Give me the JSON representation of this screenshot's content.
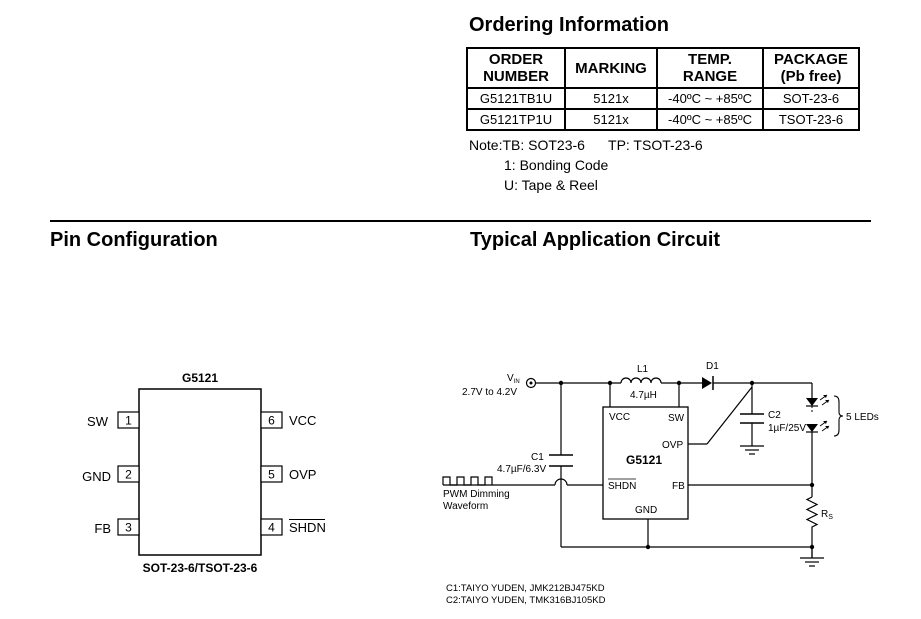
{
  "ordering": {
    "title": "Ordering Information",
    "headers": [
      {
        "line1": "ORDER",
        "line2": "NUMBER"
      },
      {
        "line1": "MARKING",
        "line2": ""
      },
      {
        "line1": "TEMP.",
        "line2": "RANGE"
      },
      {
        "line1": "PACKAGE",
        "line2": "(Pb free)"
      }
    ],
    "rows": [
      [
        "G5121TB1U",
        "5121x",
        "-40ºC ~ +85ºC",
        "SOT-23-6"
      ],
      [
        "G5121TP1U",
        "5121x",
        "-40ºC ~ +85ºC",
        "TSOT-23-6"
      ]
    ],
    "notes": {
      "line1": "Note:TB: SOT23-6      TP: TSOT-23-6",
      "line2": "1: Bonding Code",
      "line3": "U: Tape & Reel"
    }
  },
  "pin_config": {
    "title": "Pin Configuration",
    "chip_name": "G5121",
    "package": "SOT-23-6/TSOT-23-6",
    "pins": [
      {
        "num": "1",
        "name": "SW"
      },
      {
        "num": "2",
        "name": "GND"
      },
      {
        "num": "3",
        "name": "FB"
      },
      {
        "num": "6",
        "name": "VCC"
      },
      {
        "num": "5",
        "name": "OVP"
      },
      {
        "num": "4",
        "name": "SHDN"
      }
    ]
  },
  "circuit": {
    "title": "Typical Application Circuit",
    "vin_label": "V",
    "vin_sub": "IN",
    "vin_range": "2.7V to 4.2V",
    "inductor_name": "L1",
    "inductor_value": "4.7µH",
    "diode_name": "D1",
    "c2_name": "C2",
    "c2_value": "1µF/25V",
    "leds_label": "5 LEDs",
    "c1_name": "C1",
    "c1_value": "4.7µF/6.3V",
    "pwm_line1": "PWM Dimming",
    "pwm_line2": "Waveform",
    "ic_name": "G5121",
    "ic_vcc": "VCC",
    "ic_sw": "SW",
    "ic_ovp": "OVP",
    "ic_shdn": "SHDN",
    "ic_fb": "FB",
    "ic_gnd": "GND",
    "rs_label": "R",
    "rs_sub": "S",
    "footnote1": "C1:TAIYO YUDEN, JMK212BJ475KD",
    "footnote2": "C2:TAIYO YUDEN, TMK316BJ105KD"
  }
}
